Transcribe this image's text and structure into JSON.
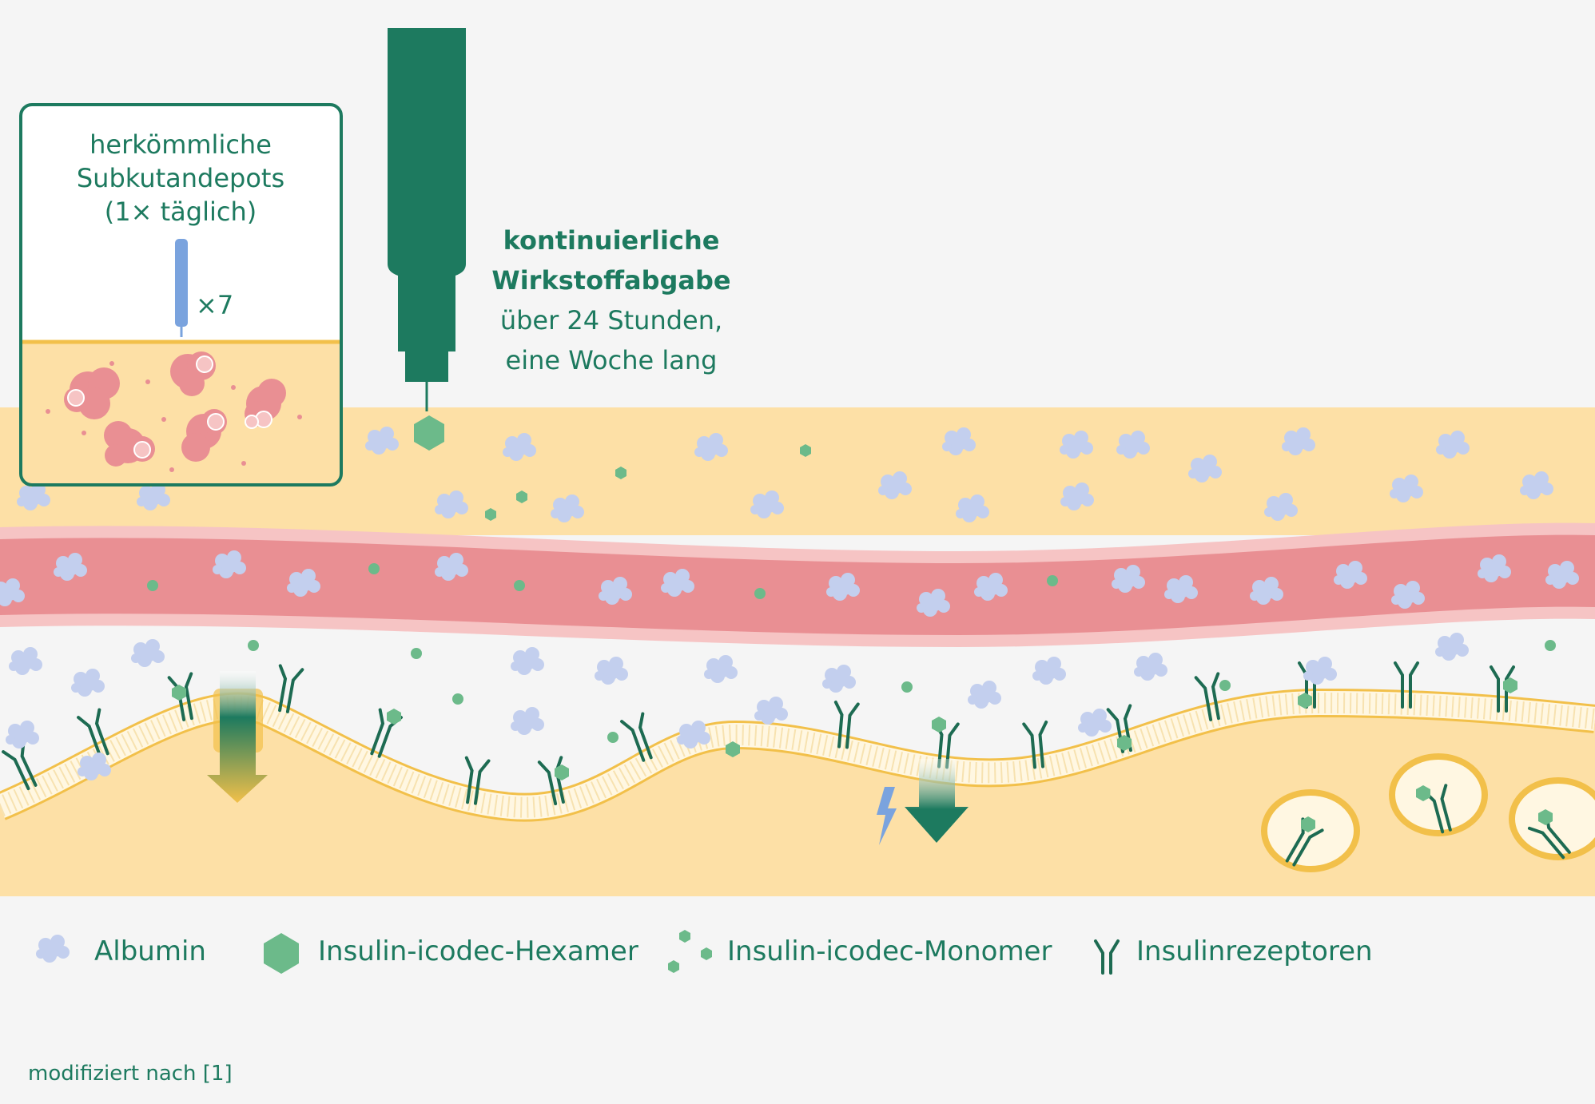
{
  "inset": {
    "line1": "herkömmliche",
    "line2": "Subkutandepots",
    "line3": "(1× täglich)",
    "multiplier": "×7"
  },
  "callout": {
    "bold1": "kontinuierliche",
    "bold2": "Wirkstoffabgabe",
    "line3": "über 24 Stunden,",
    "line4": "eine Woche lang"
  },
  "legend": {
    "albumin": "Albumin",
    "hexamer": "Insulin-icodec-Hexamer",
    "monomer": "Insulin-icodec-Monomer",
    "receptors": "Insulinrezeptoren"
  },
  "footnote": "modifiziert nach [1]",
  "colors": {
    "background": "#f5f5f5",
    "tissue": "#fde0a6",
    "vessel": "#e98f93",
    "vessel_edge": "#f6c4c4",
    "brand_green": "#1d7a5f",
    "insulin_green": "#6cba8a",
    "albumin": "#c3cfee",
    "pen_blue": "#7aa3de",
    "depot_pink": "#e98f93",
    "membrane_yellow": "#f2c04a"
  }
}
